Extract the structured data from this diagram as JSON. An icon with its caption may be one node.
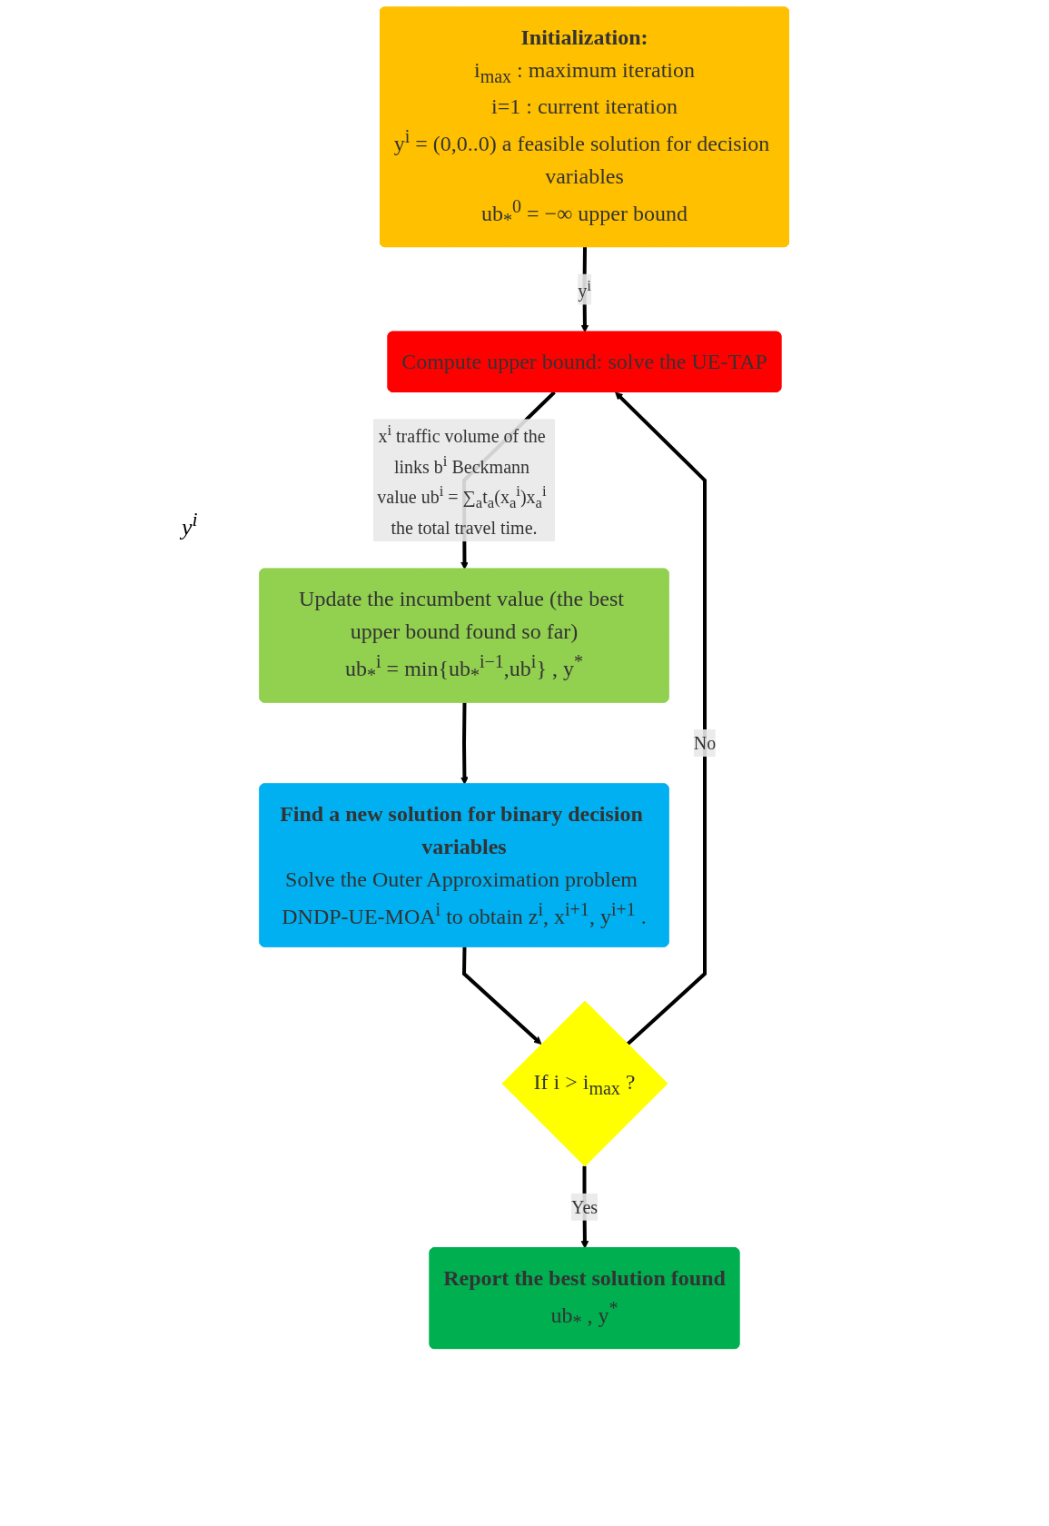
{
  "diagram": {
    "nodes": [
      {
        "text": [
          "Initialization:",
          "i$_{max}$ : maximum iteration",
          "i=1 : current iteration",
          "y$^{i}$ = (0,0..0) a feasible solution for decision variables",
          "ub$_{*}$$^{0}$ = −∞ upper bound"
        ]
      },
      {
        "text": [
          "Compute upper bound: solve the UE-TAP"
        ]
      },
      {
        "text": [
          "Update the incumbent value (the best upper bound found so far)",
          "ub$_{*}$$^{i}$ = min{ub$_{*}$$^{i−1}$,ub$^{i}$} , y$^{*}$"
        ]
      },
      {
        "text": [
          "Find a new solution for binary decision variables",
          "Solve the Outer Approximation problem DNDP-UE-MOA$^{i}$ to obtain z$^{i}$, x$^{i+1}$, y$^{i+1}$ ."
        ]
      },
      {
        "text": [
          "If i > i$_{max}$ ?"
        ]
      },
      {
        "text": [
          "Report the best solution found",
          "ub$_{*}$ , y$^{*}$"
        ]
      }
    ],
    "edges": [
      {
        "from": 0,
        "to": 1,
        "arrow": "to",
        "label": "y$^{i}$"
      },
      {
        "from": 1,
        "to": 2,
        "arrow": "to",
        "label": "x$^{i}$ traffic volume of the links b$^{i}$ Beckmann value ub$^{i}$ = ∑$_{a}$t$_{a}$(x$_{a}$$^{i}$)x$_{a}$$^{i}$ the total travel time."
      },
      {
        "from": 2,
        "to": 3,
        "arrow": "to"
      },
      {
        "from": 3,
        "to": 4,
        "arrow": "to"
      },
      {
        "from": 4,
        "to": 1,
        "arrow": "to",
        "label": "No"
      },
      {
        "from": 4,
        "to": 5,
        "arrow": "to",
        "label": "Yes"
      }
    ],
    "labels": [
      "y$^{i}$"
    ]
  }
}
